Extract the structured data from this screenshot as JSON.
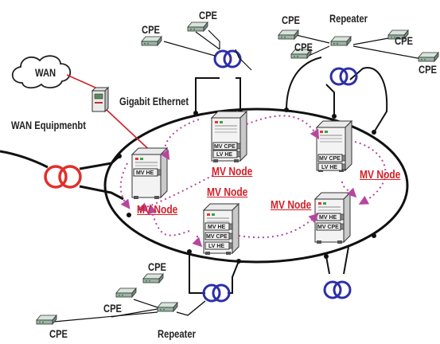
{
  "labels": {
    "wan": "WAN",
    "wan_equipment": "WAN Equipmenbt",
    "gigabit_ethernet": "Gigabit Ethernet",
    "cpe": "CPE",
    "repeater": "Repeater",
    "mv_node": "MV Node",
    "mv_he": "MV HE",
    "mv_cpe": "MV CPE",
    "lv_he": "LV HE"
  },
  "colors": {
    "transformer_red": "#e0302a",
    "transformer_blue": "#2d2fa8",
    "node_link": "#b5479e",
    "mv_node_label": "#d21f26",
    "wan_link": "#d21f26"
  }
}
